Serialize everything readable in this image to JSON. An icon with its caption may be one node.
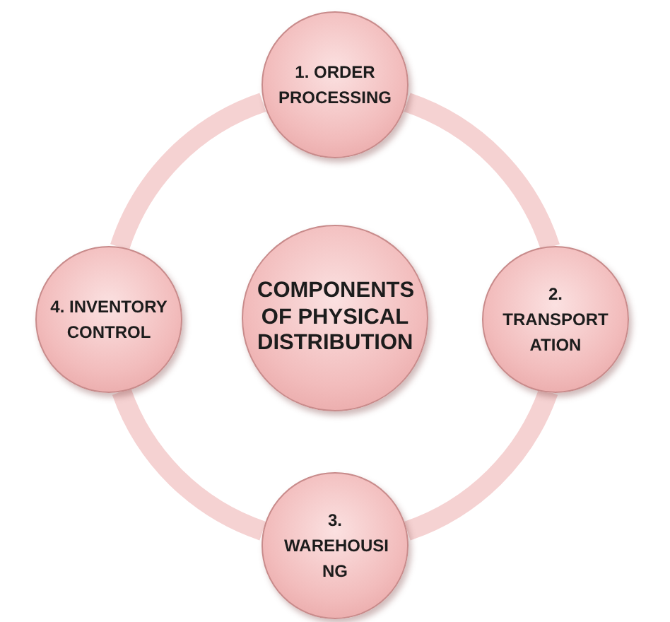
{
  "diagram": {
    "nodes": [
      {
        "text": [
          "1. ORDER PROCESSING"
        ]
      },
      {
        "text": [
          "4. INVENTORY CONTROL"
        ]
      },
      {
        "text": [
          "COMPONENTS OF PHYSICAL DISTRIBUTION"
        ]
      },
      {
        "text": [
          "2. TRANSPORT ATION"
        ]
      },
      {
        "text": [
          "3. WAREHOUSI NG"
        ]
      }
    ],
    "edges": [
      {
        "from": 0,
        "to": 3,
        "arrow": "none"
      },
      {
        "from": 3,
        "to": 4,
        "arrow": "none"
      },
      {
        "from": 4,
        "to": 1,
        "arrow": "none"
      },
      {
        "from": 1,
        "to": 0,
        "arrow": "none"
      }
    ]
  }
}
